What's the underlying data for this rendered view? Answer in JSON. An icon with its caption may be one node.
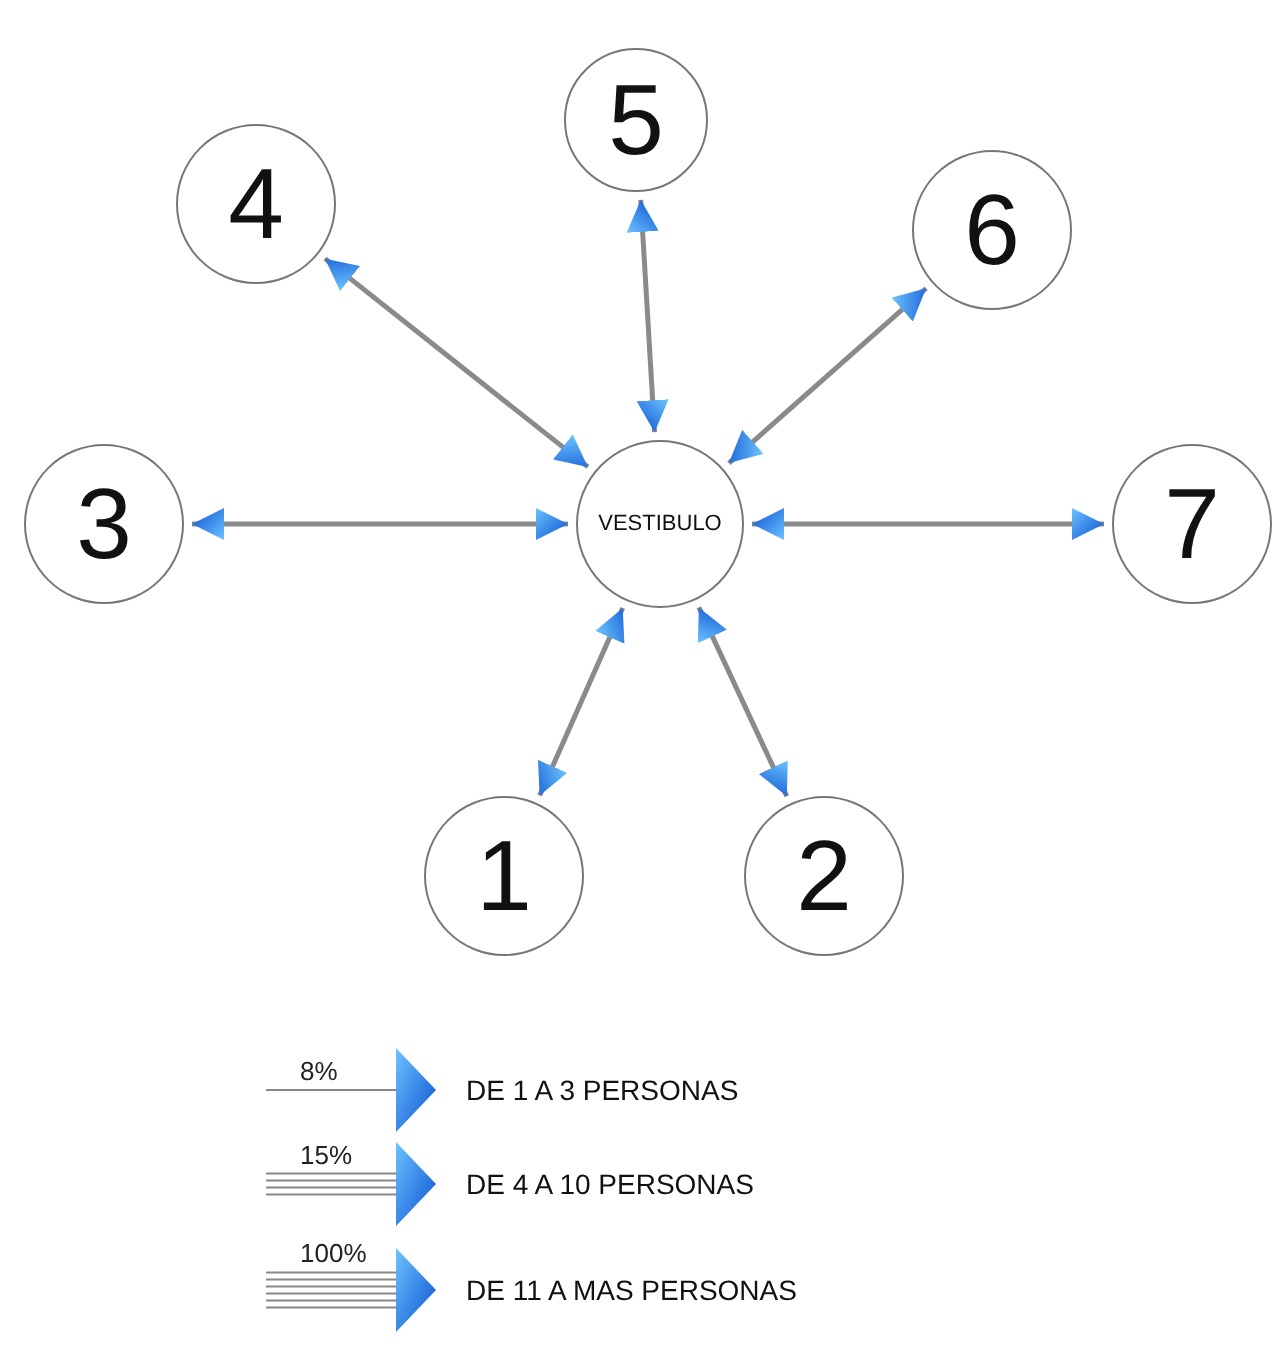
{
  "diagram": {
    "nodes": [
      {
        "text": [
          "5"
        ]
      },
      {
        "text": [
          "4"
        ]
      },
      {
        "text": [
          "6"
        ]
      },
      {
        "text": [
          "3"
        ]
      },
      {
        "text": [
          "VESTIBULO"
        ]
      },
      {
        "text": [
          "7"
        ]
      },
      {
        "text": [
          "1"
        ]
      },
      {
        "text": [
          "2"
        ]
      }
    ],
    "edges": [
      {
        "from": 4,
        "to": 0,
        "arrow": "both"
      },
      {
        "from": 4,
        "to": 1,
        "arrow": "both"
      },
      {
        "from": 4,
        "to": 2,
        "arrow": "both"
      },
      {
        "from": 4,
        "to": 3,
        "arrow": "both"
      },
      {
        "from": 4,
        "to": 5,
        "arrow": "both"
      },
      {
        "from": 4,
        "to": 6,
        "arrow": "both"
      },
      {
        "from": 4,
        "to": 7,
        "arrow": "both"
      }
    ],
    "labels": [
      "8%",
      "15%",
      "100%"
    ],
    "legend": [
      {
        "text": "DE 1 A 3 PERSONAS"
      },
      {
        "text": "DE 4 A 10 PERSONAS"
      },
      {
        "text": "DE 11 A MAS PERSONAS"
      }
    ]
  }
}
